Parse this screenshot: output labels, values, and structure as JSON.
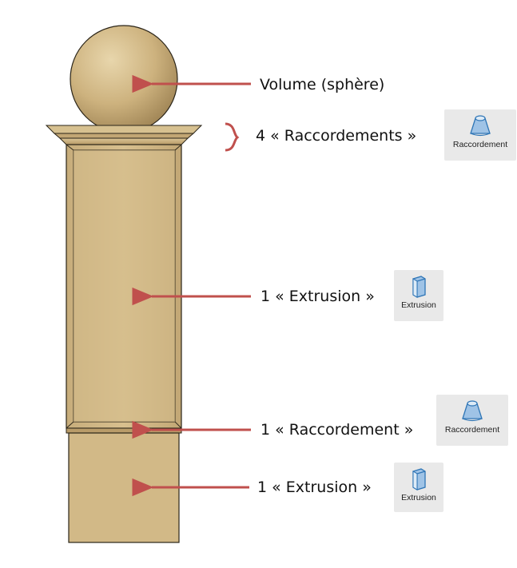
{
  "callouts": {
    "sphere": "Volume (sphère)",
    "top_blends": "4 « Raccordements »",
    "shaft_extrusion": "1 « Extrusion »",
    "mid_blend": "1 « Raccordement »",
    "base_extrusion": "1 « Extrusion »"
  },
  "tools": {
    "blend_label": "Raccordement",
    "extrusion_label": "Extrusion"
  },
  "colors": {
    "arrow": "#c0504d",
    "stone_light": "#d9c394",
    "stone_mid": "#cdb27e",
    "stone_dark": "#a68a58",
    "outline": "#2a2418",
    "tool_bg": "#e9e9e9",
    "icon_blue": "#5b9bd5"
  },
  "icons": {
    "blend": "blend-tool-icon",
    "extrusion": "extrusion-tool-icon"
  }
}
